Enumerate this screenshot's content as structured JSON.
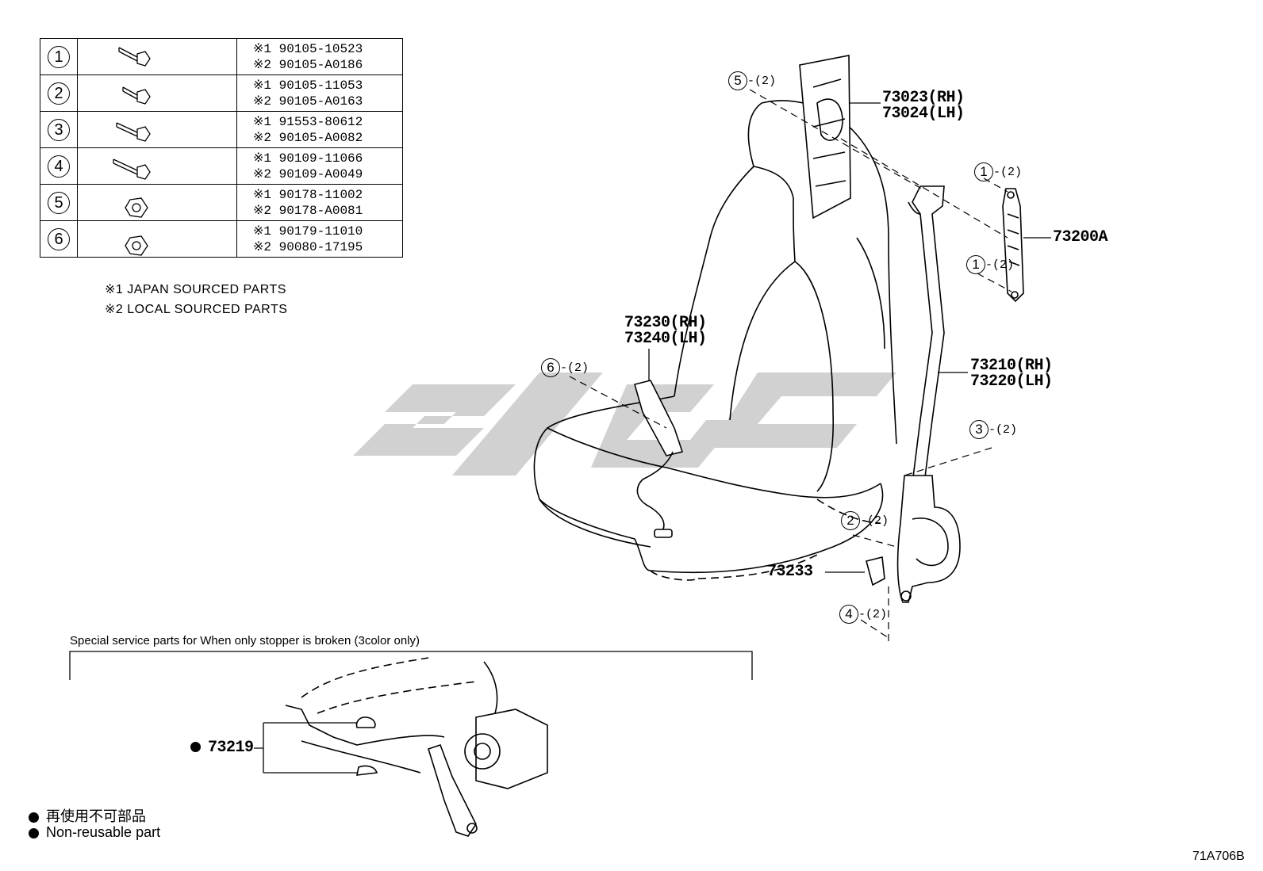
{
  "fastener_table": [
    {
      "num": "1",
      "icon": "bolt-icon",
      "p1_mark": "※1",
      "p1": "90105-10523",
      "p2_mark": "※2",
      "p2": "90105-A0186"
    },
    {
      "num": "2",
      "icon": "bolt-icon",
      "p1_mark": "※1",
      "p1": "90105-11053",
      "p2_mark": "※2",
      "p2": "90105-A0163"
    },
    {
      "num": "3",
      "icon": "bolt-icon",
      "p1_mark": "※1",
      "p1": "91553-80612",
      "p2_mark": "※2",
      "p2": "90105-A0082"
    },
    {
      "num": "4",
      "icon": "bolt-icon",
      "p1_mark": "※1",
      "p1": "90109-11066",
      "p2_mark": "※2",
      "p2": "90109-A0049"
    },
    {
      "num": "5",
      "icon": "nut-icon",
      "p1_mark": "※1",
      "p1": "90178-11002",
      "p2_mark": "※2",
      "p2": "90178-A0081"
    },
    {
      "num": "6",
      "icon": "nut-icon",
      "p1_mark": "※1",
      "p1": "90179-11010",
      "p2_mark": "※2",
      "p2": "90080-17195"
    }
  ],
  "notes": {
    "n1": "※1  JAPAN SOURCED PARTS",
    "n2": "※2  LOCAL SOURCED PARTS"
  },
  "callouts": {
    "c5_num": "5",
    "c5_qty": "-(2)",
    "c1a_num": "1",
    "c1a_qty": "-(2)",
    "c1b_num": "1",
    "c1b_qty": "-(2)",
    "c6_num": "6",
    "c6_qty": "-(2)",
    "c3_num": "3",
    "c3_qty": "-(2)",
    "c2_num": "2",
    "c2_qty": "-(2)",
    "c4_num": "4",
    "c4_qty": "-(2)"
  },
  "parts": {
    "p73023": "73023(RH)",
    "p73024": "73024(LH)",
    "p73200A": "73200A",
    "p73230": "73230(RH)",
    "p73240": "73240(LH)",
    "p73210": "73210(RH)",
    "p73220": "73220(LH)",
    "p73233": "73233",
    "p73219": "73219"
  },
  "service_title": "Special service parts for When only stopper is broken (3color only)",
  "legend": {
    "jp": "再使用不可部品",
    "en": "Non-reusable part"
  },
  "diagram_code": "71A706B"
}
